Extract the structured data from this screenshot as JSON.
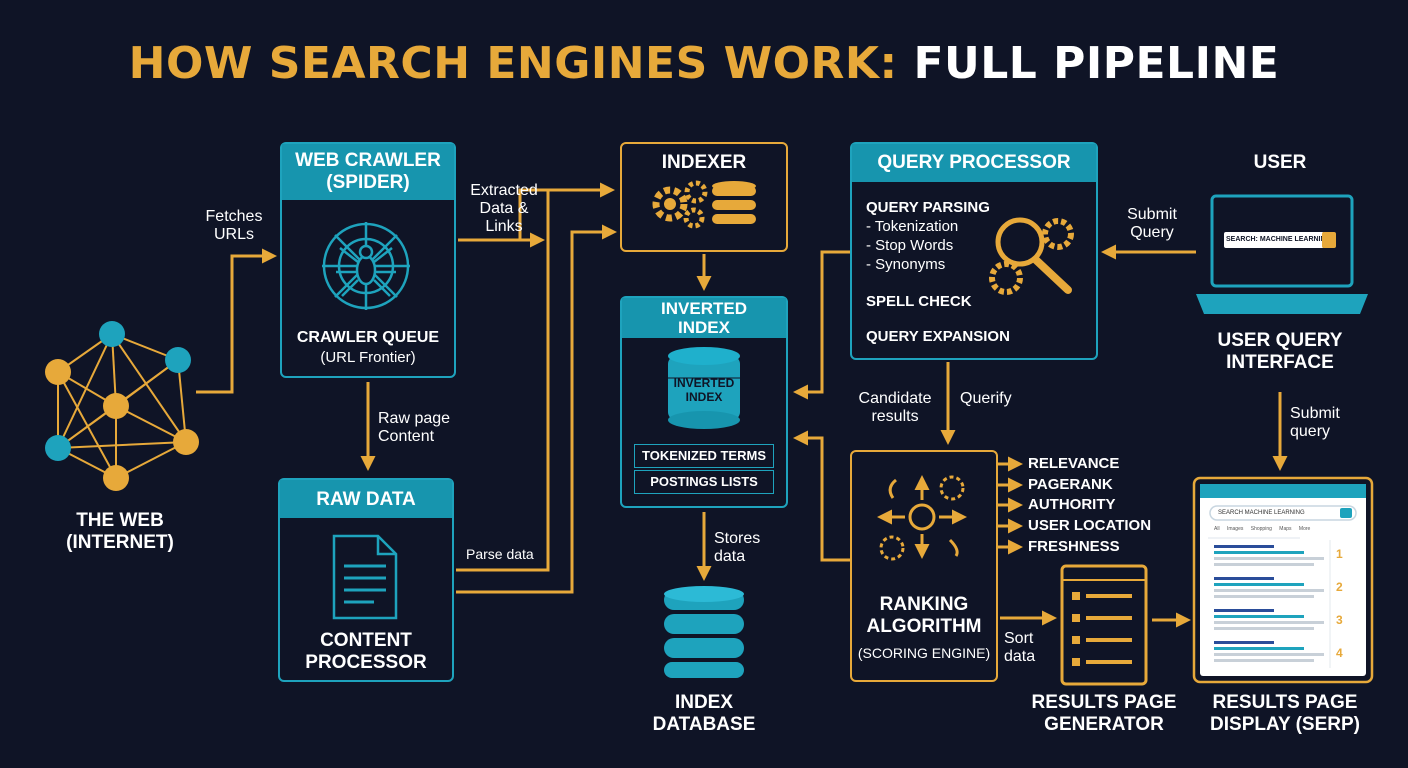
{
  "title": {
    "part1": "HOW SEARCH ENGINES WORK:",
    "part2": "FULL PIPELINE"
  },
  "web": {
    "label1": "THE WEB",
    "label2": "(INTERNET)"
  },
  "crawler": {
    "title1": "WEB CRAWLER",
    "title2": "(SPIDER)",
    "queue": "CRAWLER QUEUE",
    "frontier": "(URL Frontier)"
  },
  "raw": {
    "title": "RAW DATA",
    "label1": "CONTENT",
    "label2": "PROCESSOR"
  },
  "indexer": {
    "title": "INDEXER"
  },
  "inverted": {
    "title1": "INVERTED",
    "title2": "INDEX",
    "db1": "INVERTED",
    "db2": "INDEX",
    "tokenized": "TOKENIZED TERMS",
    "postings": "POSTINGS LISTS"
  },
  "indexdb": {
    "label1": "INDEX",
    "label2": "DATABASE"
  },
  "query": {
    "title": "QUERY PROCESSOR",
    "parsing": "QUERY PARSING",
    "token": "- Tokenization",
    "stop": "- Stop Words",
    "syn": "- Synonyms",
    "spell": "SPELL CHECK",
    "expansion": "QUERY EXPANSION"
  },
  "user": {
    "title": "USER",
    "search": "SEARCH: MACHINE LEARNING",
    "label1": "USER QUERY",
    "label2": "INTERFACE"
  },
  "ranking": {
    "label1": "RANKING",
    "label2": "ALGORITHM",
    "label3": "(SCORING ENGINE)",
    "factors": [
      "RELEVANCE",
      "PAGERANK",
      "AUTHORITY",
      "USER LOCATION",
      "FRESHNESS"
    ]
  },
  "generator": {
    "label1": "RESULTS PAGE",
    "label2": "GENERATOR"
  },
  "serp": {
    "label1": "RESULTS PAGE",
    "label2": "DISPLAY (SERP)",
    "search": "SEARCH MACHINE LEARNING",
    "tabs": [
      "All",
      "Images",
      "Shopping",
      "Maps",
      "More"
    ],
    "numbers": [
      "1",
      "2",
      "3",
      "4"
    ]
  },
  "edges": {
    "fetch1": "Fetches",
    "fetch2": "URLs",
    "ext1": "Extracted",
    "ext2": "Data &",
    "ext3": "Links",
    "raw1": "Raw page",
    "raw2": "Content",
    "parse": "Parse data",
    "stores1": "Stores",
    "stores2": "data",
    "submit1": "Submit",
    "submit2": "Query",
    "cand1": "Candidate",
    "cand2": "results",
    "querify": "Querify",
    "sub2a": "Submit",
    "sub2b": "query",
    "sort1": "Sort",
    "sort2": "data"
  },
  "colors": {
    "background": "#0f1426",
    "gold": "#e7a93a",
    "teal": "#1ea3bd"
  }
}
